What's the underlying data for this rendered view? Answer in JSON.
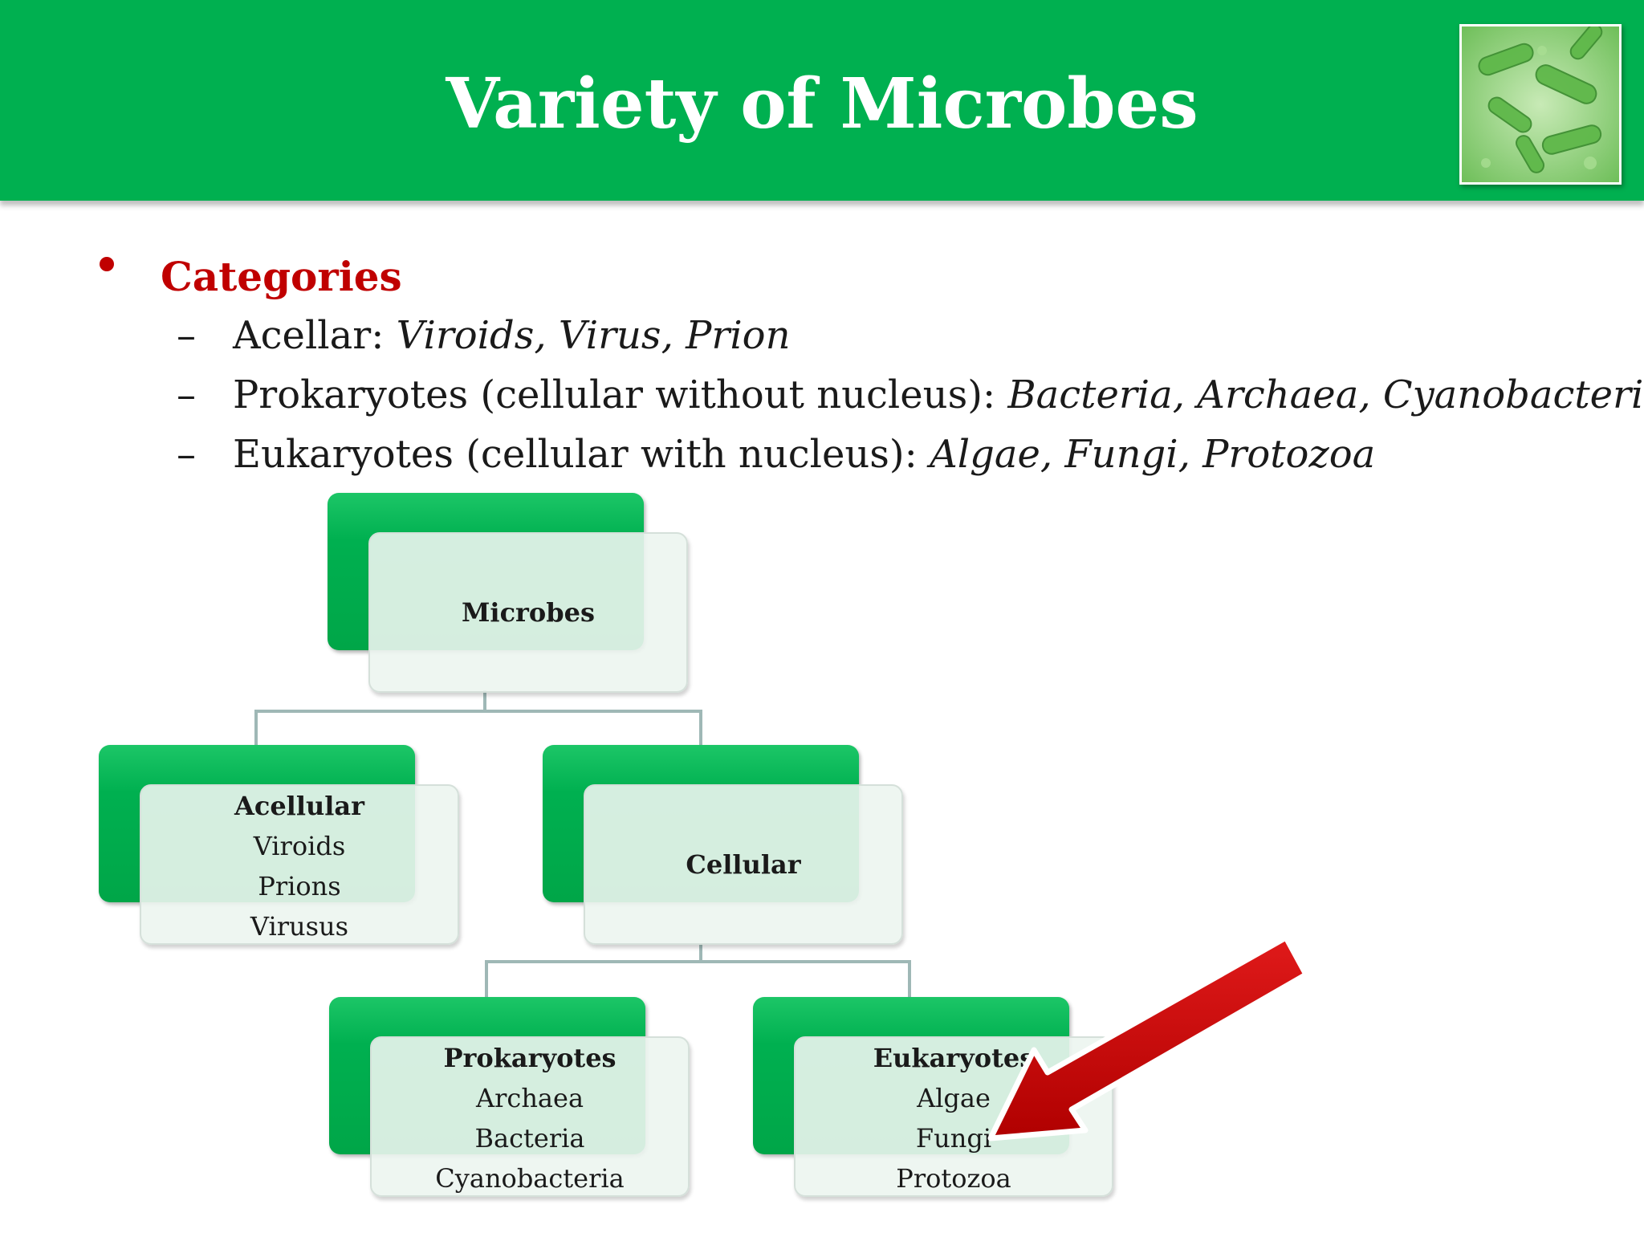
{
  "header": {
    "title": "Variety of Microbes"
  },
  "bullets": {
    "heading": "Categories",
    "items": [
      {
        "label": "Acellar: ",
        "examples": "Viroids, Virus, Prion"
      },
      {
        "label": "Prokaryotes (cellular without nucleus): ",
        "examples": "Bacteria, Archaea, Cyanobacteria"
      },
      {
        "label": "Eukaryotes (cellular with nucleus): ",
        "examples": "Algae, Fungi, Protozoa"
      }
    ],
    "dash": "–"
  },
  "diagram": {
    "root": {
      "title": "Microbes"
    },
    "acellular": {
      "title": "Acellular",
      "items": [
        "Viroids",
        "Prions",
        "Virusus"
      ]
    },
    "cellular": {
      "title": "Cellular"
    },
    "prokaryotes": {
      "title": "Prokaryotes",
      "items": [
        "Archaea",
        "Bacteria",
        "Cyanobacteria"
      ]
    },
    "eukaryotes": {
      "title": "Eukaryotes",
      "items": [
        "Algae",
        "Fungi",
        "Protozoa"
      ]
    }
  },
  "colors": {
    "header_green": "#00b050",
    "accent_red": "#c00000",
    "arrow_red": "#cc0000",
    "connector": "#9fb8b6"
  },
  "icons": {
    "thumbnail": "bacteria-image",
    "arrow": "red-arrow-pointer"
  }
}
